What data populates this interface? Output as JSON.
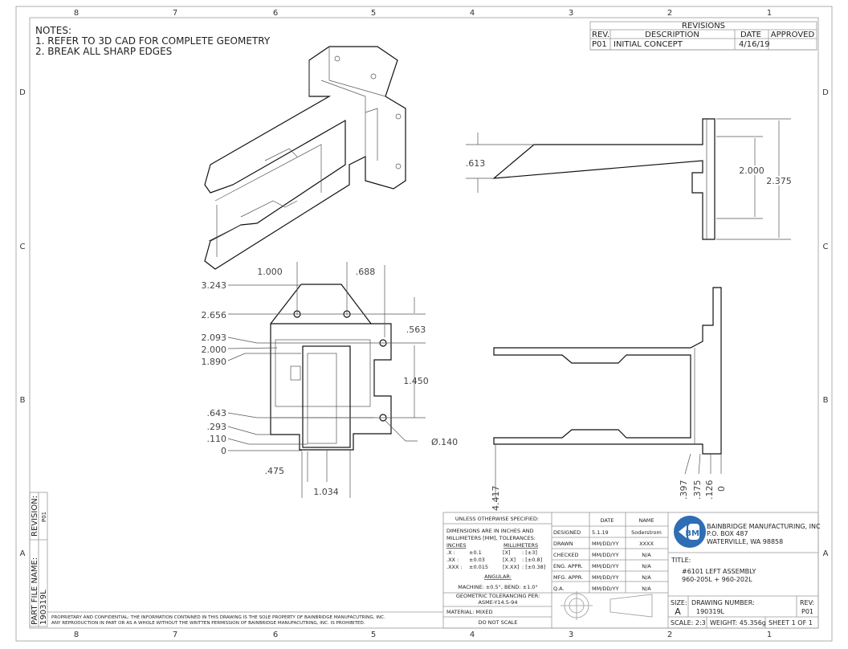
{
  "notes": {
    "heading": "NOTES:",
    "items": [
      "1.  REFER TO 3D CAD FOR COMPLETE GEOMETRY",
      "2.  BREAK ALL SHARP EDGES"
    ]
  },
  "zones": {
    "columns": [
      "8",
      "7",
      "6",
      "5",
      "4",
      "3",
      "2",
      "1"
    ],
    "rows": [
      "D",
      "C",
      "B",
      "A"
    ]
  },
  "revisions": {
    "title": "REVISIONS",
    "headers": [
      "REV.",
      "DESCRIPTION",
      "DATE",
      "APPROVED"
    ],
    "rows": [
      [
        "P01",
        "INITIAL CONCEPT",
        "4/16/19",
        ""
      ]
    ]
  },
  "dimensions": {
    "front_left": [
      "3.243",
      "2.656",
      "2.093",
      "2.000",
      "1.890",
      ".643",
      ".293",
      ".110",
      "0"
    ],
    "front_top": [
      "1.000",
      ".688"
    ],
    "front_right": [
      ".563",
      "1.450"
    ],
    "hole": "Ø.140",
    "front_bottom": [
      ".475",
      "1.034"
    ],
    "side": [
      ".613",
      "2.000",
      "2.375"
    ],
    "bottom_view": [
      "4.417",
      ".397",
      ".375",
      ".126",
      "0"
    ]
  },
  "side_panel": {
    "revision_label": "REVISION:",
    "revision_value": "P01",
    "file_label": "PART FILE NAME:",
    "file_value": "190319L"
  },
  "proprietary": [
    "PROPRIETARY AND CONFIDENTIAL: THE INFORMATION CONTAINED IN THIS DRAWING IS THE SOLE PROPERTY OF BAINBRIDGE MANUFACUTRING, INC.",
    "ANY REPRODUCTION IN PART OR AS A WHOLE WITHOUT THE WRITTEN PERMISSION OF BAINBRIDGE MANUFACUTRING, INC. IS PROHIBITED."
  ],
  "tolerances": {
    "heading": "UNLESS OTHERWISE SPECIFIED:",
    "line1": "DIMENSIONS ARE IN INCHES AND",
    "line2": "MILLIMETERS [MM], TOLERANCES:",
    "inches": "INCHES",
    "millimeters": "MILLIMETERS",
    "rows": [
      [
        ".X :",
        "±0.1",
        "[X]",
        ": [±3]"
      ],
      [
        ".XX :",
        "±0.03",
        "[X.X]",
        ": [±0.8]"
      ],
      [
        ".XXX :",
        "±0.015",
        "[X.XX]",
        ": [±0.38]"
      ]
    ],
    "angular": "ANGULAR:",
    "angular_values": "MACHINE: ±0.5°, BEND: ±1.0°",
    "gdt1": "GEOMETRIC TOLERANCING PER:",
    "gdt2": "ASME-Y14.5-94",
    "material": "MATERIAL:  MIXED",
    "noscale": "DO NOT SCALE"
  },
  "approvals": {
    "headers": [
      "",
      "DATE",
      "NAME"
    ],
    "rows": [
      [
        "DESIGNED",
        "5.1.19",
        "Soderstrom"
      ],
      [
        "DRAWN",
        "MM/DD/YY",
        "XXXX"
      ],
      [
        "CHECKED",
        "MM/DD/YY",
        "N/A"
      ],
      [
        "ENG. APPR.",
        "MM/DD/YY",
        "N/A"
      ],
      [
        "MFG. APPR.",
        "MM/DD/YY",
        "N/A"
      ],
      [
        "Q.A.",
        "MM/DD/YY",
        "N/A"
      ]
    ]
  },
  "company": {
    "logo_text": "BMI",
    "name": "BAINBRIDGE MANUFACTURING, INC",
    "address1": "P.O. BOX 487",
    "address2": "WATERVILLE, WA 98858",
    "logo_color": "#2f6db5"
  },
  "title_block": {
    "title_label": "TITLE:",
    "title_line1": "#6101 LEFT ASSEMBLY",
    "title_line2": "960-205L + 960-202L",
    "size_label": "SIZE:",
    "size": "A",
    "drawing_number_label": "DRAWING NUMBER:",
    "drawing_number": "190319L",
    "rev_label": "REV:",
    "rev": "P01",
    "scale": "SCALE: 2:3",
    "weight": "WEIGHT: 45.356g",
    "sheet": "SHEET 1 OF 1"
  }
}
